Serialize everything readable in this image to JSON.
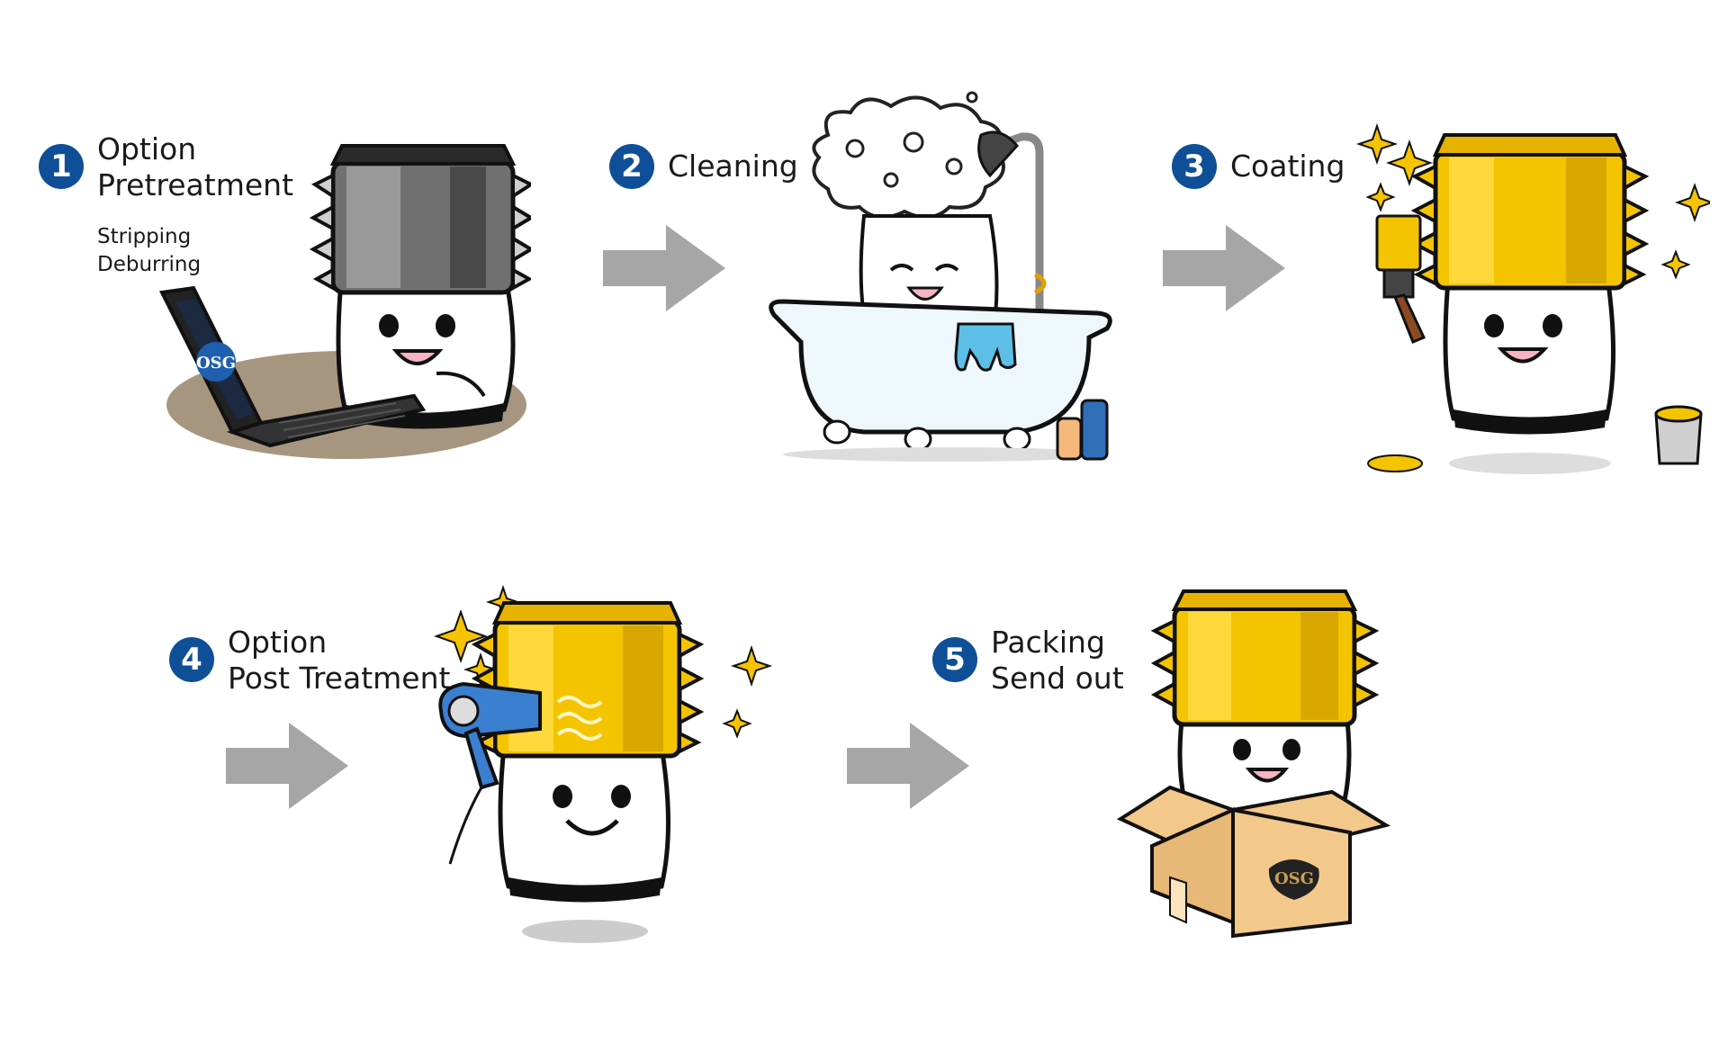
{
  "steps": [
    {
      "number": "1",
      "lines": [
        "Option",
        "Pretreatment"
      ],
      "sublines": [
        "Stripping",
        "Deburring"
      ]
    },
    {
      "number": "2",
      "lines": [
        "Cleaning"
      ]
    },
    {
      "number": "3",
      "lines": [
        "Coating"
      ]
    },
    {
      "number": "4",
      "lines": [
        "Option",
        "Post Treatment"
      ]
    },
    {
      "number": "5",
      "lines": [
        "Packing",
        "Send out"
      ]
    }
  ],
  "logo_text": "OSG",
  "colors": {
    "badge": "#0e4f97",
    "arrow": "#a6a6a6",
    "gold": "#f5c400",
    "gold_dark": "#b58a00",
    "steel": "#6e6e6e",
    "box": "#f3c98b"
  },
  "icons": [
    "laptop-icon",
    "bathtub-icon",
    "shower-icon",
    "paintbrush-icon",
    "paint-bucket-icon",
    "hair-dryer-icon",
    "cardboard-box-icon",
    "sparkle-icon"
  ]
}
